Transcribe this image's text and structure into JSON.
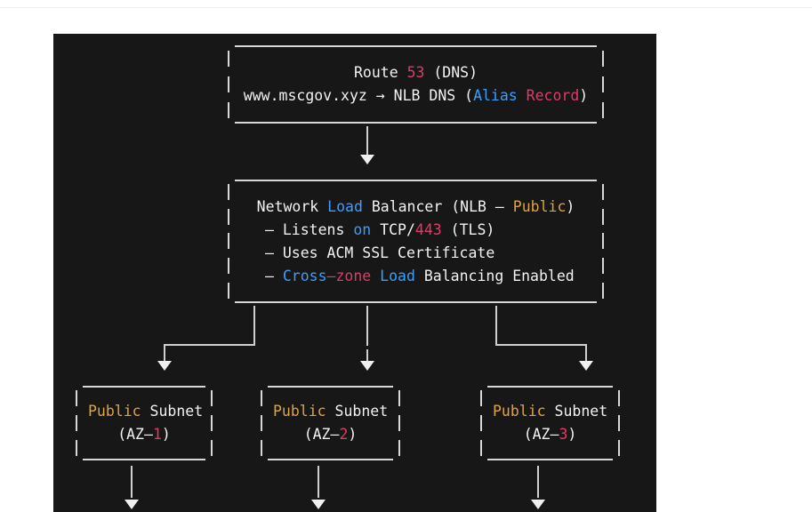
{
  "page": {
    "background": "#ffffff",
    "code_background": "#171717",
    "rule_color": "#ececec"
  },
  "palette": {
    "text": "#f2f2f2",
    "blue": "#3b9eff",
    "pink": "#e03a66",
    "gold": "#dfa33c",
    "border": "#d8d8d8",
    "connector": "#d0d0d0"
  },
  "diagram": {
    "title": "AWS Network Load Balancer architecture",
    "nodes": {
      "route53": {
        "name": "Route 53 (DNS)",
        "lines": [
          {
            "align": "center",
            "tokens": [
              {
                "t": "Route ",
                "c": "plain"
              },
              {
                "t": "53",
                "c": "pink"
              },
              {
                "t": " (DNS)",
                "c": "plain"
              }
            ]
          },
          {
            "align": "center",
            "tokens": [
              {
                "t": "www.mscgov.xyz → NLB DNS (",
                "c": "plain"
              },
              {
                "t": "Alias",
                "c": "blue"
              },
              {
                "t": " ",
                "c": "plain"
              },
              {
                "t": "Record",
                "c": "pink"
              },
              {
                "t": ")",
                "c": "plain"
              }
            ]
          }
        ]
      },
      "nlb": {
        "name": "Network Load Balancer (NLB - Public)",
        "lines": [
          {
            "align": "center",
            "tokens": [
              {
                "t": "Network ",
                "c": "plain"
              },
              {
                "t": "Load",
                "c": "blue"
              },
              {
                "t": " Balancer (NLB – ",
                "c": "plain"
              },
              {
                "t": "Public",
                "c": "gold"
              },
              {
                "t": ")",
                "c": "plain"
              }
            ]
          },
          {
            "align": "left",
            "tokens": [
              {
                "t": "– Listens ",
                "c": "plain"
              },
              {
                "t": "on",
                "c": "blue"
              },
              {
                "t": " TCP/",
                "c": "plain"
              },
              {
                "t": "443",
                "c": "pink"
              },
              {
                "t": " (TLS)",
                "c": "plain"
              }
            ]
          },
          {
            "align": "left",
            "tokens": [
              {
                "t": "– Uses ACM SSL Certificate",
                "c": "plain"
              }
            ]
          },
          {
            "align": "left",
            "tokens": [
              {
                "t": "– ",
                "c": "plain"
              },
              {
                "t": "Cross",
                "c": "blue"
              },
              {
                "t": "–",
                "c": "pink"
              },
              {
                "t": "zone",
                "c": "pink"
              },
              {
                "t": " ",
                "c": "plain"
              },
              {
                "t": "Load",
                "c": "blue"
              },
              {
                "t": " Balancing Enabled",
                "c": "plain"
              }
            ]
          }
        ]
      },
      "subnets": [
        {
          "name": "Public Subnet (AZ-1)",
          "lines": [
            {
              "align": "center",
              "tokens": [
                {
                  "t": "Public",
                  "c": "gold"
                },
                {
                  "t": " Subnet",
                  "c": "plain"
                }
              ]
            },
            {
              "align": "center",
              "tokens": [
                {
                  "t": "(AZ–",
                  "c": "plain"
                },
                {
                  "t": "1",
                  "c": "pink"
                },
                {
                  "t": ")",
                  "c": "plain"
                }
              ]
            }
          ]
        },
        {
          "name": "Public Subnet (AZ-2)",
          "lines": [
            {
              "align": "center",
              "tokens": [
                {
                  "t": "Public",
                  "c": "gold"
                },
                {
                  "t": " Subnet",
                  "c": "plain"
                }
              ]
            },
            {
              "align": "center",
              "tokens": [
                {
                  "t": "(AZ–",
                  "c": "plain"
                },
                {
                  "t": "2",
                  "c": "pink"
                },
                {
                  "t": ")",
                  "c": "plain"
                }
              ]
            }
          ]
        },
        {
          "name": "Public Subnet (AZ-3)",
          "lines": [
            {
              "align": "center",
              "tokens": [
                {
                  "t": "Public",
                  "c": "gold"
                },
                {
                  "t": " Subnet",
                  "c": "plain"
                }
              ]
            },
            {
              "align": "center",
              "tokens": [
                {
                  "t": "(AZ–",
                  "c": "plain"
                },
                {
                  "t": "3",
                  "c": "pink"
                },
                {
                  "t": ")",
                  "c": "plain"
                }
              ]
            }
          ]
        }
      ]
    }
  }
}
